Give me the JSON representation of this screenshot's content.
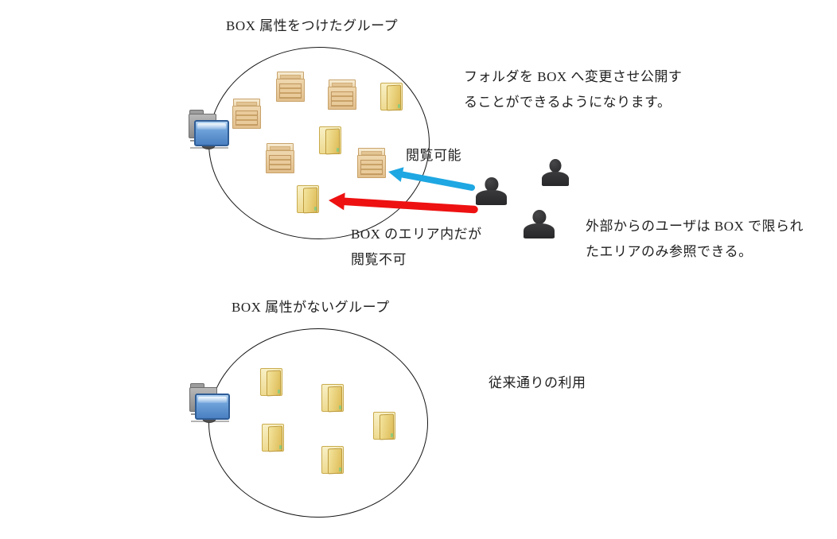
{
  "group_box": {
    "title": "BOX 属性をつけたグループ",
    "publish_note": {
      "line1": "フォルダを BOX へ変更させ公開す",
      "line2": "ることができるようになります。"
    },
    "viewable_label": "閲覧可能",
    "not_viewable_label": {
      "line1": "BOX のエリア内だが",
      "line2": "閲覧不可"
    },
    "external_user_note": {
      "line1": "外部からのユーザは BOX で限られ",
      "line2": "たエリアのみ参照できる。"
    },
    "crate_count": 5,
    "folder_count": 3,
    "external_user_count": 3
  },
  "group_plain": {
    "title": "BOX 属性がないグループ",
    "usage_note": "従来通りの利用",
    "folder_count": 5
  },
  "colors": {
    "arrow_viewable": "#1ea7e2",
    "arrow_not_viewable": "#ee1111",
    "circle_stroke": "#161616",
    "text": "#1f1f1f",
    "crate_fill": "#e8cc9e",
    "folder_fill": "#edd77c",
    "user_silhouette": "#2e2e30",
    "computer_screen": "#5e92d2"
  },
  "icons": {
    "network_computer": "network-computer-icon",
    "crate": "box-crate-icon",
    "folder": "folder-icon",
    "user": "user-silhouette-icon"
  }
}
